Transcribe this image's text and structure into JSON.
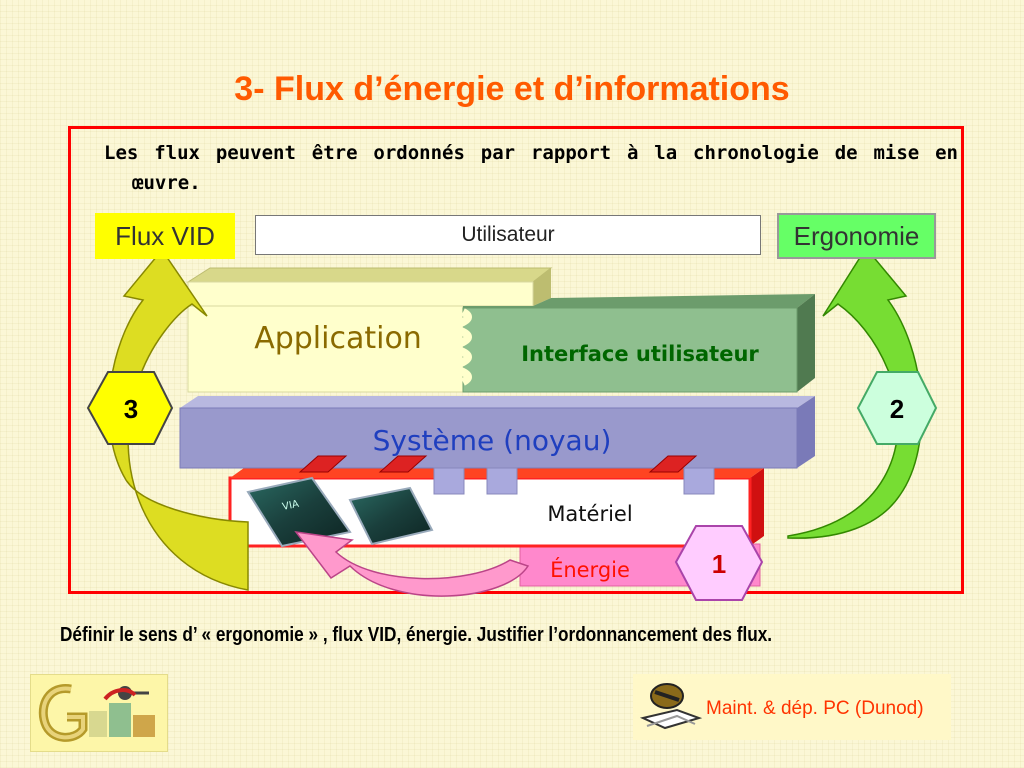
{
  "slide": {
    "title": "3- Flux d’énergie et d’informations",
    "intro": "Les flux peuvent être ordonnés par rapport à la chronologie de mise en œuvre.",
    "question": "Définir le sens d’ « ergonomie » , flux VID, énergie. Justifier l’ordonnancement des flux.",
    "credit": "Maint. & dép. PC (Dunod)"
  },
  "diagram": {
    "flux_vid": "Flux VID",
    "ergonomie": "Ergonomie",
    "utilisateur": "Utilisateur",
    "application": "Application",
    "interface": "Interface utilisateur",
    "systeme": "Système (noyau)",
    "materiel": "Matériel",
    "energie": "Énergie",
    "badge_left": "3",
    "badge_right": "2",
    "badge_bottom": "1"
  },
  "colors": {
    "title": "#ff5a00",
    "frame": "#ff0000",
    "flux_vid": "#ffff00",
    "ergonomie": "#66ff66",
    "application_text": "#8a6a00",
    "interface_text": "#006600",
    "systeme_text": "#1f3fbf",
    "energie": "#ff88cc",
    "credit_text": "#ff3300"
  }
}
